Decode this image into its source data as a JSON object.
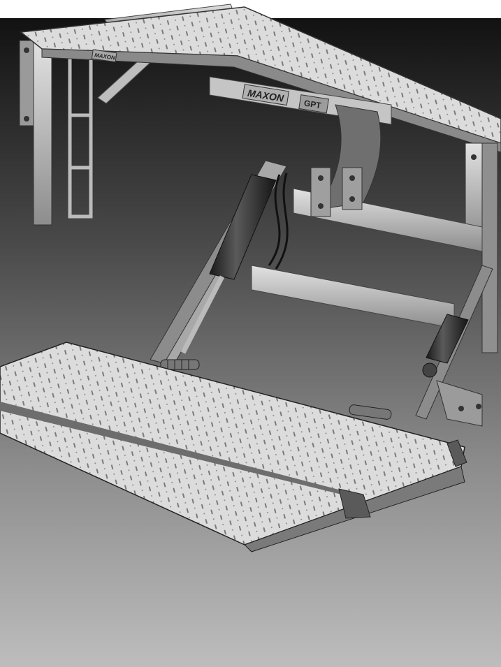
{
  "scene": {
    "brand_label": "MAXON",
    "model_label": "GPT",
    "small_brand_label": "MAXON"
  },
  "colors": {
    "top_band": "#ffffff",
    "gradient_top": "#141414",
    "gradient_mid": "#6a6a6a",
    "gradient_bottom": "#b9b9b9",
    "steel_light": "#d9d9d9",
    "steel_mid": "#a9a9a9",
    "steel_dark": "#6f6f6f",
    "cylinder": "#2a2a2a"
  }
}
